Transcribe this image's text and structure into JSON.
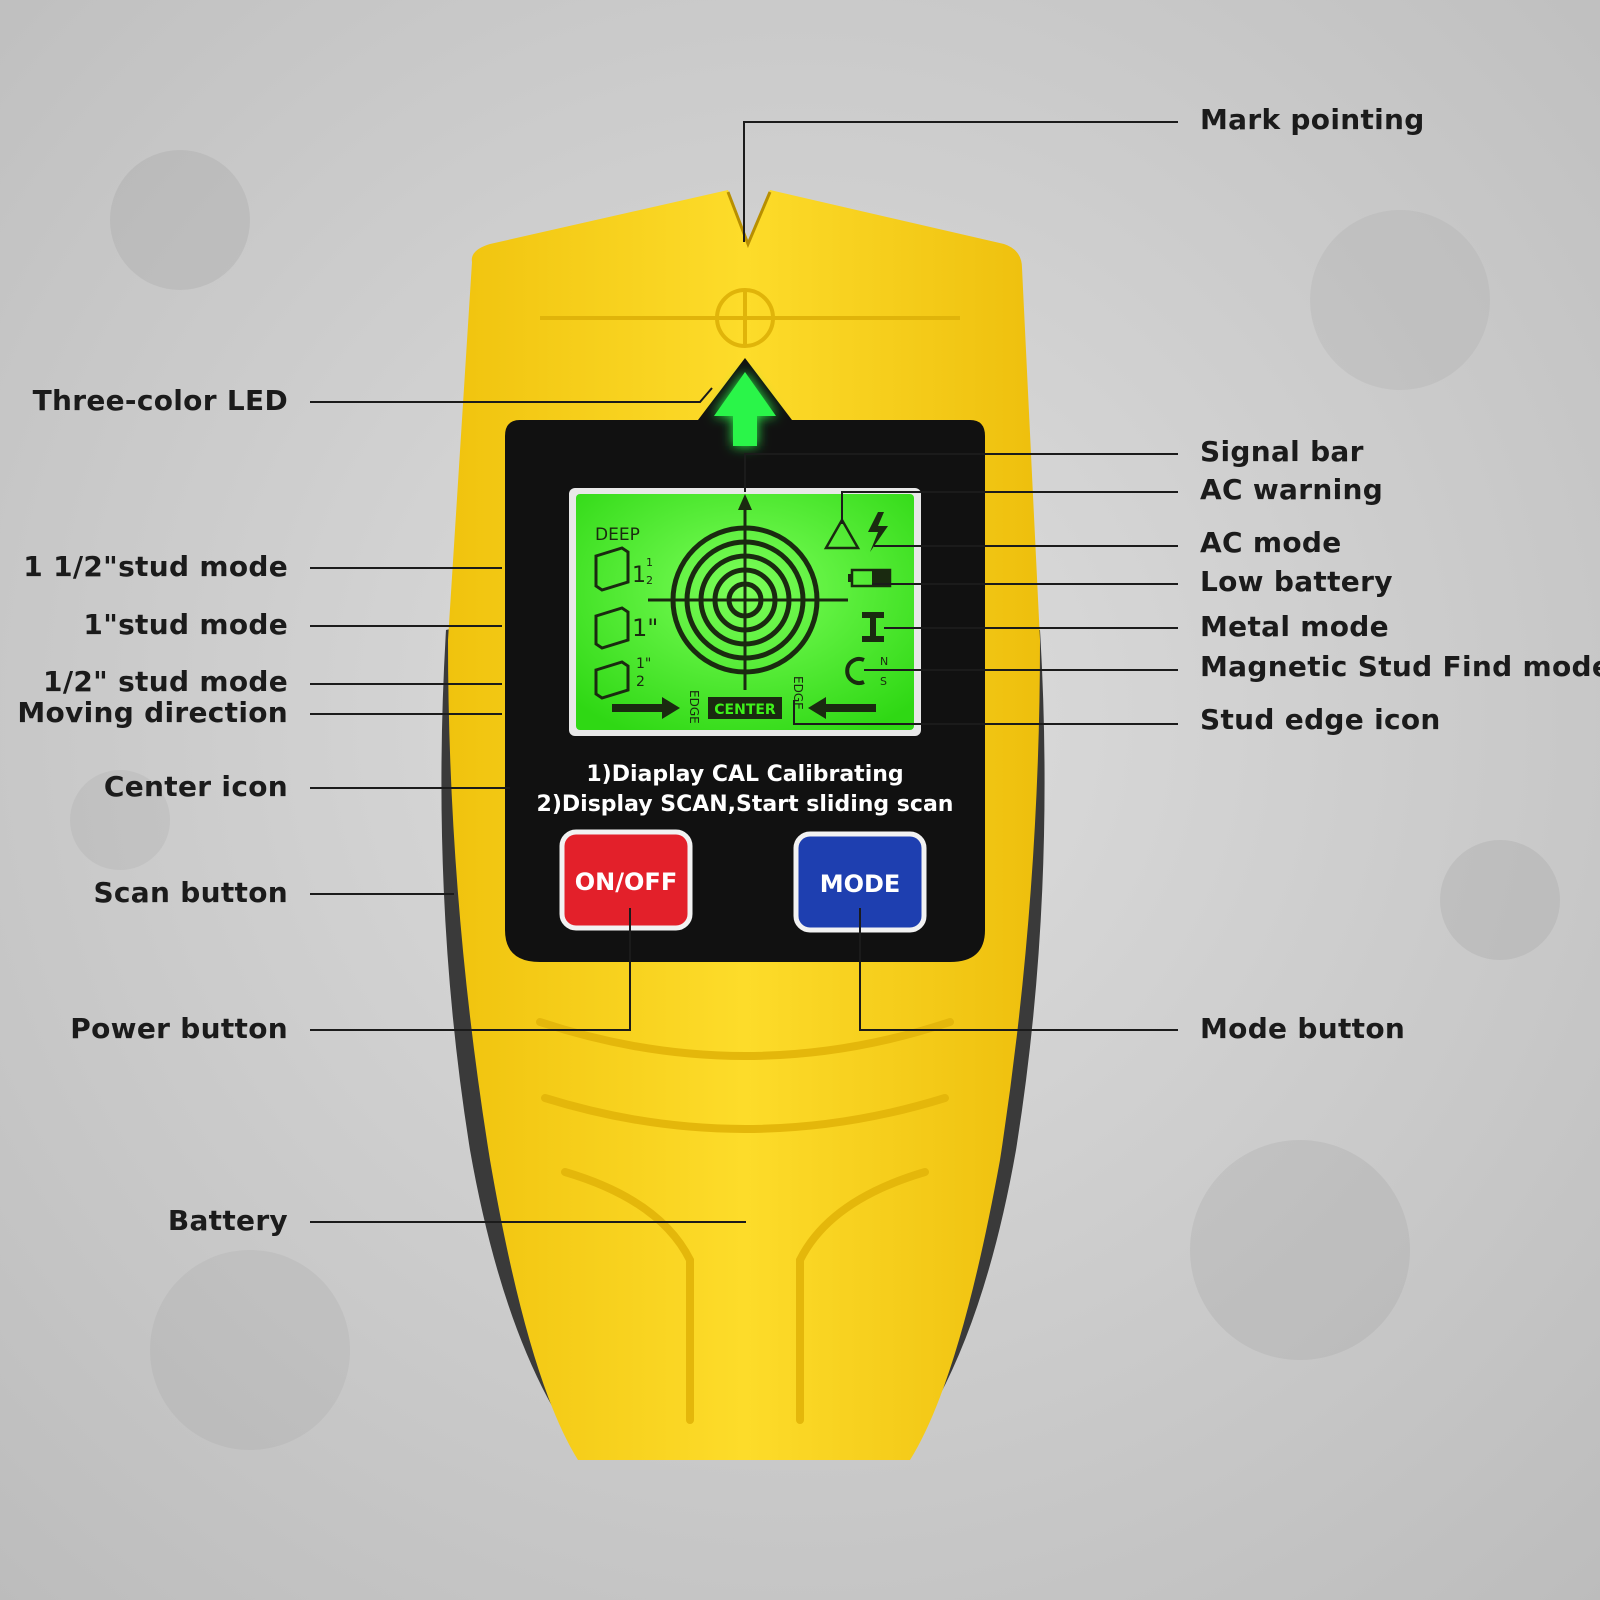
{
  "labels": {
    "mark_pointing": "Mark pointing",
    "three_color_led": "Three-color LED",
    "signal_bar": "Signal bar",
    "ac_warning": "AC warning",
    "ac_mode": "AC mode",
    "low_battery": "Low battery",
    "metal_mode": "Metal mode",
    "magnetic_stud_find_mode": "Magnetic Stud Find mode",
    "stud_edge_icon": "Stud edge icon",
    "stud_mode_1_5": "1 1/2\"stud mode",
    "stud_mode_1": "1\"stud mode",
    "stud_mode_0_5": "1/2\" stud mode",
    "moving_direction": "Moving direction",
    "center_icon": "Center icon",
    "scan_button": "Scan button",
    "power_button": "Power button",
    "mode_button": "Mode button",
    "battery": "Battery"
  },
  "screen": {
    "deep": "DEEP",
    "center": "CENTER",
    "edge_left": "EDGE",
    "edge_right": "EDGE",
    "frac_num": "1",
    "frac_den": "2",
    "mark_1_5": "1",
    "mark_1": "1\"",
    "mark_0_5_num": "1\"",
    "mark_0_5_den": "2",
    "north": "N",
    "south": "S"
  },
  "device": {
    "instruction_1": "1)Diaplay CAL Calibrating",
    "instruction_2": "2)Display SCAN,Start sliding scan",
    "power_label": "ON/OFF",
    "mode_label": "MODE"
  },
  "colors": {
    "body_yellow": "#f8d21c",
    "grip_dark": "#3a3a3a",
    "panel_black": "#111111",
    "lcd_green": "#3ef21a",
    "led_green": "#2cf54a",
    "power_red": "#e3202a",
    "mode_blue": "#1e3fb0"
  },
  "icons": [
    "up-arrow-led-icon",
    "warning-triangle-icon",
    "lightning-icon",
    "battery-icon",
    "i-beam-metal-icon",
    "magnet-icon",
    "stud-block-icon",
    "right-arrow-icon",
    "left-arrow-icon",
    "crosshair-target-icon"
  ]
}
